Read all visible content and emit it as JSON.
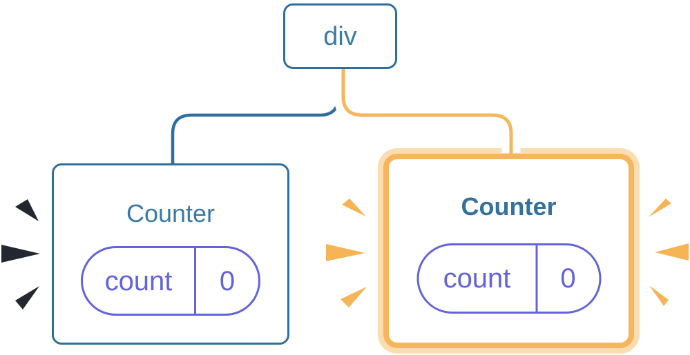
{
  "diagram": {
    "root": {
      "label": "div"
    },
    "left_counter": {
      "title": "Counter",
      "state_key": "count",
      "state_value": "0",
      "highlighted": false
    },
    "right_counter": {
      "title": "Counter",
      "state_key": "count",
      "state_value": "0",
      "highlighted": true
    }
  },
  "colors": {
    "node_blue_border": "#2e6f9e",
    "node_blue_text": "#3b7aa6",
    "state_indigo": "#6363dd",
    "highlight_orange": "#f8b65c",
    "highlight_orange_light": "#fbddb2",
    "inactive_spark_dark": "#23272f",
    "background": "#ffffff"
  }
}
